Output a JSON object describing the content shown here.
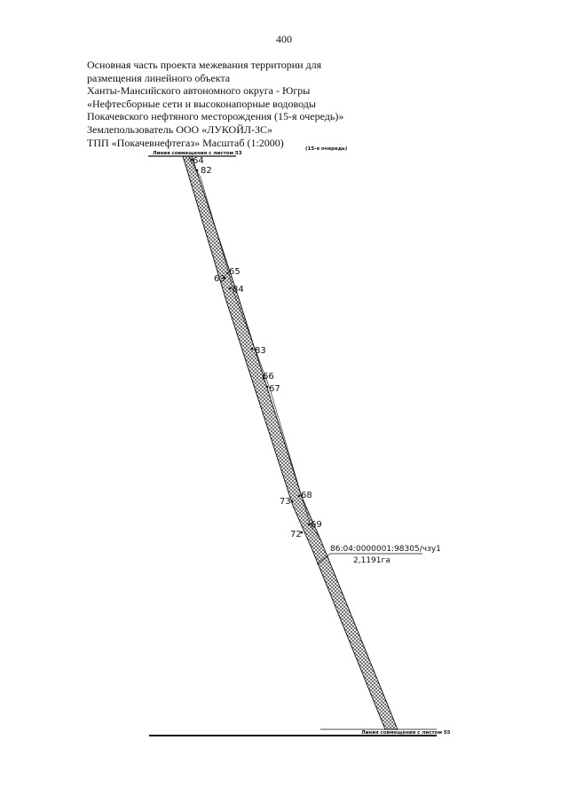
{
  "page": {
    "number": "400"
  },
  "header": {
    "lines": [
      "Основная часть проекта межевания территории для",
      "размещения линейного объекта",
      "Ханты-Мансийского автономного округа - Югры",
      "«Нефтесборные сети и высоконапорные водоводы",
      "Покачевского нефтяного месторождения (15-я очередь)»",
      "Землепользователь ООО «ЛУКОЙЛ-ЗС»",
      "ТПП «Покачевнефтегаз» Масштаб (1:2000)"
    ]
  },
  "drawing": {
    "top_caption": "Линия совмещения с листом 53",
    "top_right_caption": "(15-я очередь)",
    "bottom_caption": "Линия совмещения с листом 55",
    "parcel": {
      "cadastral_number": "86:04:0000001:98305/чзу1",
      "area": "2,1191га"
    },
    "points": [
      "64",
      "82",
      "65",
      "63",
      "84",
      "83",
      "66",
      "67",
      "68",
      "73",
      "69",
      "72"
    ],
    "colors": {
      "line": "#111111",
      "hatch": "#222222"
    }
  }
}
